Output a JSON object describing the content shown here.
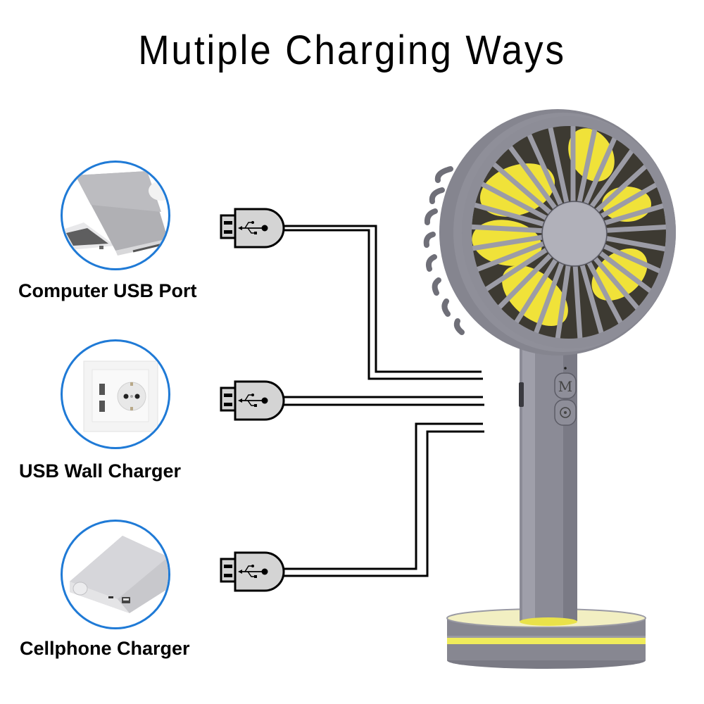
{
  "header": {
    "title": "Mutiple Charging Ways"
  },
  "sources": [
    {
      "label": "Computer USB Port",
      "image": "laptop-image",
      "icon": "usb-plug-icon"
    },
    {
      "label": "USB Wall Charger",
      "image": "wall-socket-image",
      "icon": "usb-plug-icon"
    },
    {
      "label": "Cellphone Charger",
      "image": "power-bank-image",
      "icon": "usb-plug-icon"
    }
  ],
  "product": {
    "name": "handheld-fan",
    "buttons": [
      "M",
      "fan-mode"
    ],
    "colors": {
      "body": "#8a8a96",
      "accent": "#f0e13a",
      "circle_border": "#1f7ad6",
      "plug_fill": "#d4d4d4"
    }
  }
}
